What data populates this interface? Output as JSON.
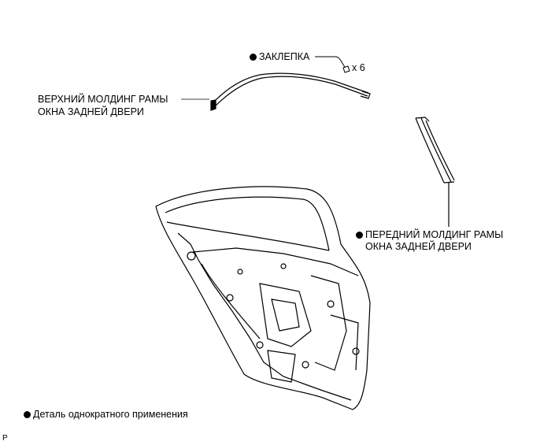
{
  "labels": {
    "rivet": "ЗАКЛЕПКА",
    "rivet_qty": "x 6",
    "upper_molding_line1": "ВЕРХНИЙ МОЛДИНГ РАМЫ",
    "upper_molding_line2": "ОКНА ЗАДНЕЙ ДВЕРИ",
    "front_molding_line1": "ПЕРЕДНИЙ МОЛДИНГ РАМЫ",
    "front_molding_line2": "ОКНА ЗАДНЕЙ ДВЕРИ",
    "legend_note": "Деталь однократного применения",
    "corner_code": "P"
  },
  "colors": {
    "line": "#000000",
    "background": "#ffffff"
  }
}
